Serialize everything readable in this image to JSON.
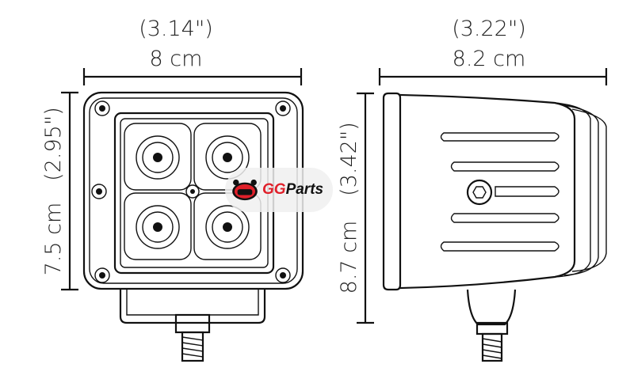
{
  "front_view": {
    "width_in": "(3.14\")",
    "width_cm": "8 cm",
    "height_cm": "7.5 cm",
    "height_in": "(2.95\")"
  },
  "side_view": {
    "width_in": "(3.22\")",
    "width_cm": "8.2 cm",
    "height_cm": "8.7 cm",
    "height_in": "(3.42\")"
  },
  "watermark": {
    "brand_a": "GG",
    "brand_b": "Parts",
    "brand_color": "#e0202a"
  }
}
